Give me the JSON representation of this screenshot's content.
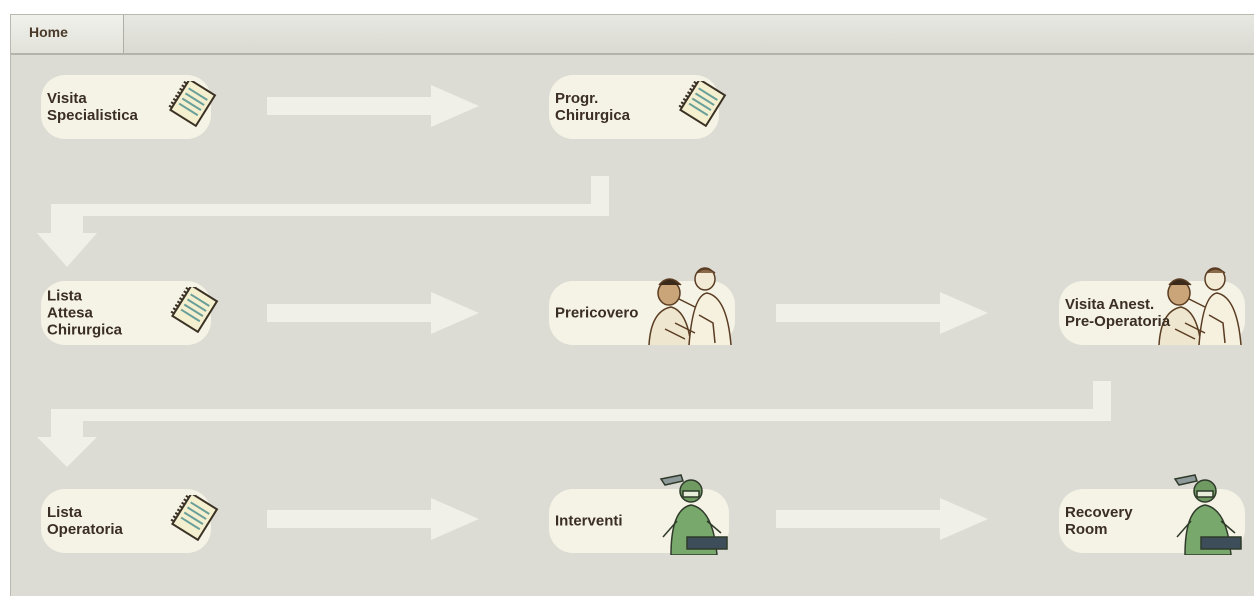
{
  "tab": {
    "home": "Home"
  },
  "nodes": {
    "visita_specialistica": "Visita\nSpecialistica",
    "progr_chirurgica": "Progr.\nChirurgica",
    "lista_attesa": "Lista\nAttesa\nChirurgica",
    "pricovero": "Prericovero",
    "visita_anest": "Visita Anest.\nPre-Operatoria",
    "lista_operatoria": "Lista\nOperatoria",
    "interventi": "Interventi",
    "recovery_room": "Recovery\nRoom"
  },
  "colors": {
    "background": "#dcdcd4",
    "node": "#f5f3e6",
    "arrow": "#f1f0e8",
    "text": "#3b2e22"
  },
  "icons": [
    "notebook-icon",
    "doctor-patient-icon",
    "surgeon-icon"
  ]
}
